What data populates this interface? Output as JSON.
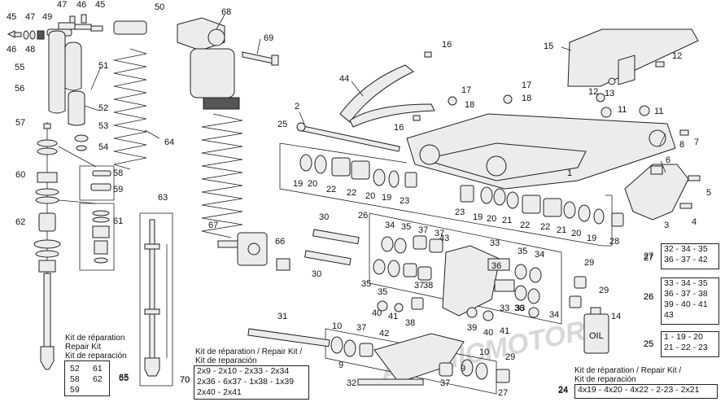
{
  "watermark": "ATOMICMOTOR",
  "callouts": [
    {
      "id": "c45a",
      "text": "45"
    },
    {
      "id": "c47a",
      "text": "47"
    },
    {
      "id": "c49",
      "text": "49"
    },
    {
      "id": "c47b",
      "text": "47"
    },
    {
      "id": "c46a",
      "text": "46"
    },
    {
      "id": "c45b",
      "text": "45"
    },
    {
      "id": "c46b",
      "text": "46"
    },
    {
      "id": "c48",
      "text": "48"
    },
    {
      "id": "c50",
      "text": "50"
    },
    {
      "id": "c68",
      "text": "68"
    },
    {
      "id": "c69",
      "text": "69"
    },
    {
      "id": "c16a",
      "text": "16"
    },
    {
      "id": "c15",
      "text": "15"
    },
    {
      "id": "c12a",
      "text": "12"
    },
    {
      "id": "c55",
      "text": "55"
    },
    {
      "id": "c51",
      "text": "51"
    },
    {
      "id": "c56",
      "text": "56"
    },
    {
      "id": "c44",
      "text": "44"
    },
    {
      "id": "c17a",
      "text": "17"
    },
    {
      "id": "c17b",
      "text": "17"
    },
    {
      "id": "c12b",
      "text": "12"
    },
    {
      "id": "c13",
      "text": "13"
    },
    {
      "id": "c18a",
      "text": "18"
    },
    {
      "id": "c18b",
      "text": "18"
    },
    {
      "id": "c11a",
      "text": "11"
    },
    {
      "id": "c11b",
      "text": "11"
    },
    {
      "id": "c52",
      "text": "52"
    },
    {
      "id": "c2",
      "text": "2"
    },
    {
      "id": "c57",
      "text": "57"
    },
    {
      "id": "c53",
      "text": "53"
    },
    {
      "id": "c16b",
      "text": "16"
    },
    {
      "id": "c25a",
      "text": "25"
    },
    {
      "id": "c8",
      "text": "8"
    },
    {
      "id": "c7",
      "text": "7"
    },
    {
      "id": "c54",
      "text": "54"
    },
    {
      "id": "c64",
      "text": "64"
    },
    {
      "id": "c58",
      "text": "58"
    },
    {
      "id": "c6",
      "text": "6"
    },
    {
      "id": "c60",
      "text": "60"
    },
    {
      "id": "c59",
      "text": "59"
    },
    {
      "id": "c19a",
      "text": "19"
    },
    {
      "id": "c20a",
      "text": "20"
    },
    {
      "id": "c22a",
      "text": "22"
    },
    {
      "id": "c22b",
      "text": "22"
    },
    {
      "id": "c20b",
      "text": "20"
    },
    {
      "id": "c19b",
      "text": "19"
    },
    {
      "id": "c23a",
      "text": "23"
    },
    {
      "id": "c1",
      "text": "1"
    },
    {
      "id": "c5",
      "text": "5"
    },
    {
      "id": "c63",
      "text": "63"
    },
    {
      "id": "c23b",
      "text": "23"
    },
    {
      "id": "c19c",
      "text": "19"
    },
    {
      "id": "c20c",
      "text": "20"
    },
    {
      "id": "c21a",
      "text": "21"
    },
    {
      "id": "c22c",
      "text": "22"
    },
    {
      "id": "c22d",
      "text": "22"
    },
    {
      "id": "c21b",
      "text": "21"
    },
    {
      "id": "c20d",
      "text": "20"
    },
    {
      "id": "c19d",
      "text": "19"
    },
    {
      "id": "c3",
      "text": "3"
    },
    {
      "id": "c4",
      "text": "4"
    },
    {
      "id": "c26a",
      "text": "26"
    },
    {
      "id": "c62",
      "text": "62"
    },
    {
      "id": "c61",
      "text": "61"
    },
    {
      "id": "c30a",
      "text": "30"
    },
    {
      "id": "c34a",
      "text": "34"
    },
    {
      "id": "c35a",
      "text": "35"
    },
    {
      "id": "c37a",
      "text": "37"
    },
    {
      "id": "c37b",
      "text": "37"
    },
    {
      "id": "c43",
      "text": "43"
    },
    {
      "id": "c67",
      "text": "67"
    },
    {
      "id": "c28",
      "text": "28"
    },
    {
      "id": "c66",
      "text": "66"
    },
    {
      "id": "c33a",
      "text": "33"
    },
    {
      "id": "c30b",
      "text": "30"
    },
    {
      "id": "c35b",
      "text": "35"
    },
    {
      "id": "c34b",
      "text": "34"
    },
    {
      "id": "c27a",
      "text": "27"
    },
    {
      "id": "c29a",
      "text": "29"
    },
    {
      "id": "c36a",
      "text": "36"
    },
    {
      "id": "c35c",
      "text": "35"
    },
    {
      "id": "c37c",
      "text": "37"
    },
    {
      "id": "c38a",
      "text": "38"
    },
    {
      "id": "c29b",
      "text": "29"
    },
    {
      "id": "c26b",
      "text": "26"
    },
    {
      "id": "c33b",
      "text": "33"
    },
    {
      "id": "c35d",
      "text": "35"
    },
    {
      "id": "c40a",
      "text": "40"
    },
    {
      "id": "c41a",
      "text": "41"
    },
    {
      "id": "c38b",
      "text": "38"
    },
    {
      "id": "c36b",
      "text": "36"
    },
    {
      "id": "c33c",
      "text": "33"
    },
    {
      "id": "c34c",
      "text": "34"
    },
    {
      "id": "c31",
      "text": "31"
    },
    {
      "id": "c14",
      "text": "14"
    },
    {
      "id": "c39",
      "text": "39"
    },
    {
      "id": "c40b",
      "text": "40"
    },
    {
      "id": "c41b",
      "text": "41"
    },
    {
      "id": "c10a",
      "text": "10"
    },
    {
      "id": "c37d",
      "text": "37"
    },
    {
      "id": "c42",
      "text": "42"
    },
    {
      "id": "c10b",
      "text": "10"
    },
    {
      "id": "c25b",
      "text": "25"
    },
    {
      "id": "c9a",
      "text": "9"
    },
    {
      "id": "c9b",
      "text": "9"
    },
    {
      "id": "c29c",
      "text": "29"
    },
    {
      "id": "c65",
      "text": "65"
    },
    {
      "id": "c70",
      "text": "70"
    },
    {
      "id": "c32",
      "text": "32"
    },
    {
      "id": "c37e",
      "text": "37"
    },
    {
      "id": "c27b",
      "text": "27"
    },
    {
      "id": "c24",
      "text": "24"
    }
  ],
  "oil_label": "OIL",
  "kits": {
    "k65": {
      "title": [
        "Kit de réparation",
        "Repair Kit",
        "Kit de reparación"
      ],
      "rows": [
        "52",
        "61",
        "58",
        "62",
        "59"
      ],
      "ref": "65"
    },
    "k70": {
      "title": [
        "Kit de réparation / Repair Kit /",
        "Kit de reparación"
      ],
      "rows": [
        "2x9 - 2x10 - 2x33 - 2x34",
        "2x36 - 6x37 - 1x38 - 1x39",
        "2x40 - 2x41"
      ],
      "ref": "70"
    },
    "k27": {
      "rows": [
        "32 - 34 - 35",
        "36 - 37 - 42"
      ],
      "ref": "27"
    },
    "k26": {
      "rows": [
        "33 - 34 - 35",
        "36 - 37 - 38",
        "39 - 40 - 41",
        "43"
      ],
      "ref": "26"
    },
    "k25": {
      "rows": [
        "1 - 19 - 20",
        "21 - 22 - 23"
      ],
      "ref": "25"
    },
    "k24": {
      "title": [
        "Kit de réparation / Repair Kit /",
        "Kit de reparación"
      ],
      "rows": [
        "4x19 - 4x20 - 4x22 - 2-23 - 2x21"
      ],
      "ref": "24"
    }
  }
}
